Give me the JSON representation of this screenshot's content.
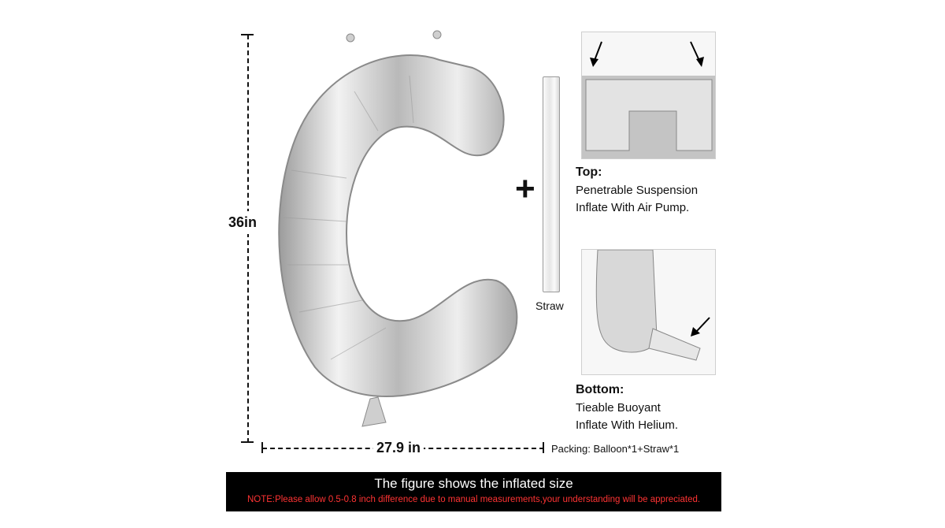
{
  "dimensions": {
    "height_label": "36in",
    "width_label": "27.9 in"
  },
  "straw": {
    "label": "Straw"
  },
  "plus_symbol": "+",
  "top_detail": {
    "title": "Top:",
    "lines": [
      "Penetrable Suspension",
      "Inflate With Air Pump."
    ]
  },
  "bottom_detail": {
    "title": "Bottom:",
    "lines": [
      "Tieable Buoyant",
      "Inflate With Helium."
    ]
  },
  "packing": "Packing: Balloon*1+Straw*1",
  "banner": {
    "main": "The figure shows the inflated size",
    "note": "NOTE:Please allow 0.5-0.8 inch difference due to manual measurements,your understanding will be appreciated."
  },
  "colors": {
    "balloon_silver": "#c9c9c9",
    "banner_bg": "#000000",
    "banner_text": "#ffffff",
    "note_text": "#ff3333"
  }
}
